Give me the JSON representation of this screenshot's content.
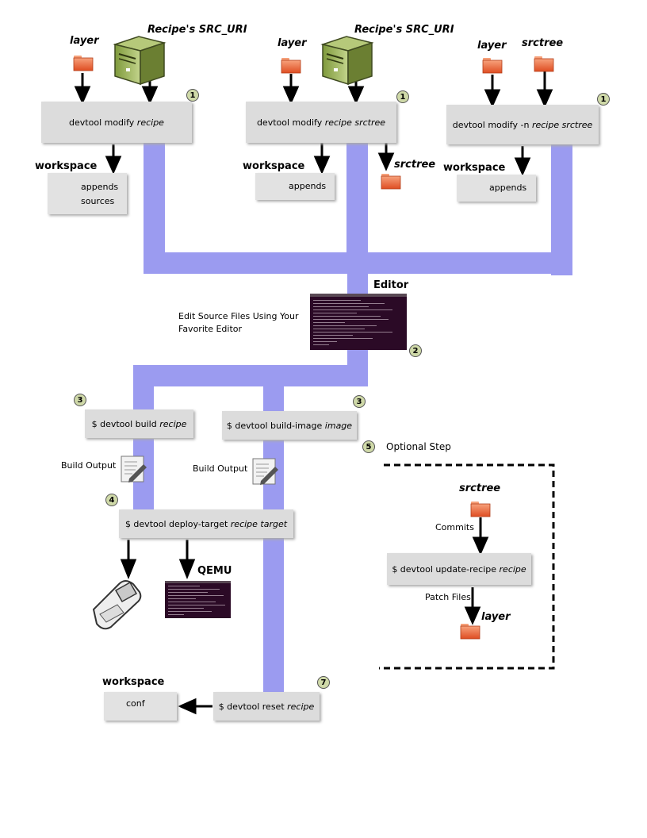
{
  "modify": [
    {
      "cmd_prefix": "devtool modify ",
      "cmd_italic": "recipe",
      "inputs": [
        "layer",
        "Recipe's SRC_URI"
      ],
      "workspace_label": "workspace",
      "workspace_items": [
        "appends",
        "sources"
      ],
      "step": "1"
    },
    {
      "cmd_prefix": "devtool modify ",
      "cmd_italic": "recipe srctree",
      "inputs": [
        "layer",
        "Recipe's SRC_URI"
      ],
      "workspace_label": "workspace",
      "workspace_items": [
        "appends"
      ],
      "output_extra": "srctree",
      "step": "1"
    },
    {
      "cmd_prefix": "devtool modify -n ",
      "cmd_italic": "recipe srctree",
      "inputs": [
        "layer",
        "srctree"
      ],
      "workspace_label": "workspace",
      "workspace_items": [
        "appends"
      ],
      "step": "1"
    }
  ],
  "editor": {
    "title": "Editor",
    "caption": "Edit Source Files Using Your Favorite Editor",
    "caption_line1": "Edit Source Files Using Your",
    "caption_line2": "Favorite Editor",
    "step": "2"
  },
  "build": {
    "cmd_prefix": "$ devtool build ",
    "cmd_italic": "recipe",
    "step": "3",
    "output_label": "Build Output"
  },
  "build_image": {
    "cmd_prefix": "$ devtool build-image ",
    "cmd_italic": "image",
    "step": "3",
    "output_label": "Build Output"
  },
  "deploy": {
    "cmd_prefix": "$ devtool deploy-target ",
    "cmd_italic": "recipe target",
    "step": "4",
    "qemu_label": "QEMU"
  },
  "optional": {
    "step": "5",
    "label": "Optional Step",
    "srctree_label": "srctree",
    "commits_label": "Commits",
    "cmd_prefix": "$ devtool update-recipe ",
    "cmd_italic": "recipe",
    "patch_label": "Patch Files",
    "layer_label": "layer"
  },
  "reset": {
    "cmd_prefix": "$ devtool reset ",
    "cmd_italic": "recipe",
    "step": "7",
    "workspace_label": "workspace",
    "workspace_item": "conf"
  },
  "colors": {
    "flow": "#9b9bf0",
    "box": "#dcdcdc",
    "folder_top": "#f28a5c",
    "folder_body": "#e2532a",
    "badge": "#cfd9a8",
    "terminal": "#2b0a26",
    "server": "#9cb35a"
  },
  "icons": [
    "folder-icon",
    "server-icon",
    "terminal-icon",
    "document-icon",
    "phone-icon",
    "step-badge"
  ]
}
